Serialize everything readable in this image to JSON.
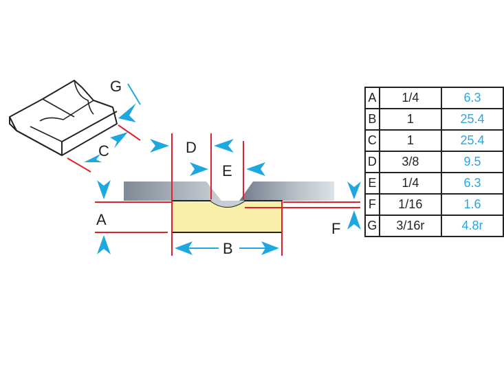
{
  "labels": {
    "a": "A",
    "b": "B",
    "c": "C",
    "d": "D",
    "e": "E",
    "f": "F",
    "g": "G"
  },
  "table": [
    {
      "key": "A",
      "inch": "1/4",
      "mm": "6.3"
    },
    {
      "key": "B",
      "inch": "1",
      "mm": "25.4"
    },
    {
      "key": "C",
      "inch": "1",
      "mm": "25.4"
    },
    {
      "key": "D",
      "inch": "3/8",
      "mm": "9.5"
    },
    {
      "key": "E",
      "inch": "1/4",
      "mm": "6.3"
    },
    {
      "key": "F",
      "inch": "1/16",
      "mm": "1.6"
    },
    {
      "key": "G",
      "inch": "3/16r",
      "mm": "4.8r"
    }
  ],
  "colors": {
    "arrow": "#1ea8e0",
    "dimension_line": "#e0202a",
    "backing_bar": "#f8f0a8",
    "plate_gray": "#8e9aa6",
    "outline": "#222222"
  }
}
